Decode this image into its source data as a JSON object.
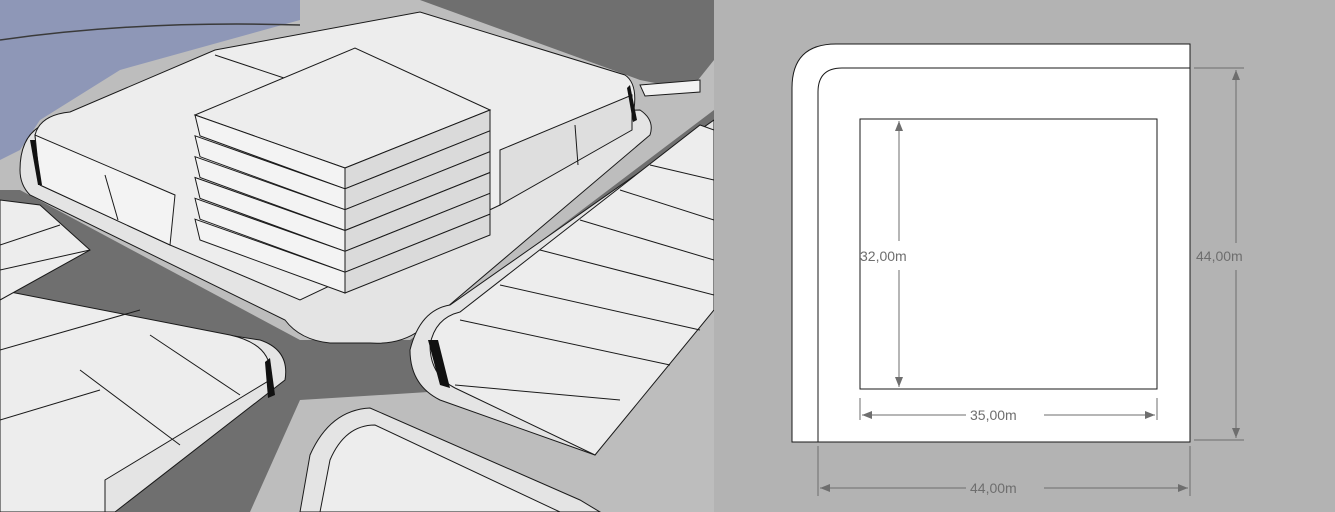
{
  "left_panel": {
    "view": "3d-perspective",
    "colors": {
      "background": "#bdbdbd",
      "water": "#8e97b7",
      "road": "#6f6f6f",
      "sidewalk": "#e4e4e4",
      "building_top": "#ededed",
      "building_side_light": "#f3f3f3",
      "building_side_dark": "#d8d8d8",
      "edge": "#1a1a1a"
    },
    "tower_floors": 6
  },
  "right_panel": {
    "view": "plan",
    "colors": {
      "background": "#b3b3b3",
      "paper": "#ffffff",
      "outline": "#1a1a1a",
      "dimension": "#6e6e6e"
    },
    "dimensions": {
      "inner_height": "32,00m",
      "inner_width": "35,00m",
      "lot_height": "44,00m",
      "lot_width": "44,00m"
    }
  }
}
